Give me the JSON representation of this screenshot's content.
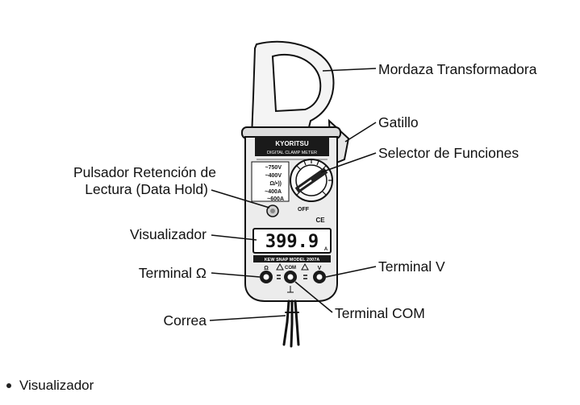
{
  "labels": {
    "jaw": "Mordaza Transformadora",
    "trigger": "Gatillo",
    "selector": "Selector de Funciones",
    "hold_line1": "Pulsador Retención de",
    "hold_line2": "Lectura (Data Hold)",
    "display": "Visualizador",
    "terminal_ohm": "Terminal Ω",
    "terminal_v": "Terminal V",
    "terminal_com": "Terminal COM",
    "strap": "Correa"
  },
  "device": {
    "brand": "KYORITSU",
    "subtitle": "DIGITAL CLAMP METER",
    "reading": "399.9",
    "reading_unit": "A",
    "ranges": [
      "~750V",
      "~400V",
      "Ω/•))",
      "~400A",
      "~600A"
    ],
    "off_label": "OFF",
    "ce_mark": "CE",
    "model": "KEW SNAP MODEL 2007A",
    "term_ohm_symbol": "Ω",
    "term_com_symbol": "COM",
    "term_v_symbol": "V"
  },
  "bullet": {
    "text": "Visualizador"
  }
}
